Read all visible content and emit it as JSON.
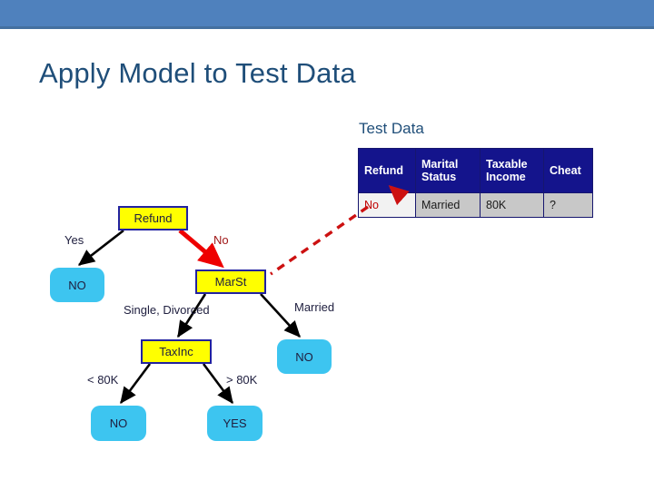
{
  "slide": {
    "title": "Apply Model to Test Data",
    "header_color": "#4f81bd",
    "title_color": "#1f4e79"
  },
  "test_data": {
    "caption": "Test Data",
    "columns": [
      "Refund",
      "Marital Status",
      "Taxable Income",
      "Cheat"
    ],
    "column_lines": [
      [
        "Refund"
      ],
      [
        "Marital",
        "Status"
      ],
      [
        "Taxable",
        "Income"
      ],
      [
        "Cheat"
      ]
    ],
    "rows": [
      {
        "refund": "No",
        "marital_status": "Married",
        "taxable_income": "80K",
        "cheat": "?"
      }
    ],
    "header_bg": "#14148c",
    "header_fg": "#ffffff",
    "cell_bg": "#c8c8c8",
    "highlight_fg": "#c00000"
  },
  "tree": {
    "nodes": {
      "refund": "Refund",
      "marst": "MarSt",
      "taxinc": "TaxInc"
    },
    "leaves": {
      "no_refund": "NO",
      "no_married": "NO",
      "no_low_income": "NO",
      "yes_high_income": "YES"
    },
    "edge_labels": {
      "yes": "Yes",
      "no": "No",
      "single_divorced": "Single, Divorced",
      "married": "Married",
      "lt_80k": "< 80K",
      "gt_80k": "> 80K"
    },
    "colors": {
      "internal_node_fill": "#ffff00",
      "internal_node_border": "#2222a0",
      "leaf_fill": "#3dc5f0",
      "highlight_edge": "#ee0000",
      "normal_edge": "#000000",
      "trace_line": "#cc1111"
    }
  }
}
